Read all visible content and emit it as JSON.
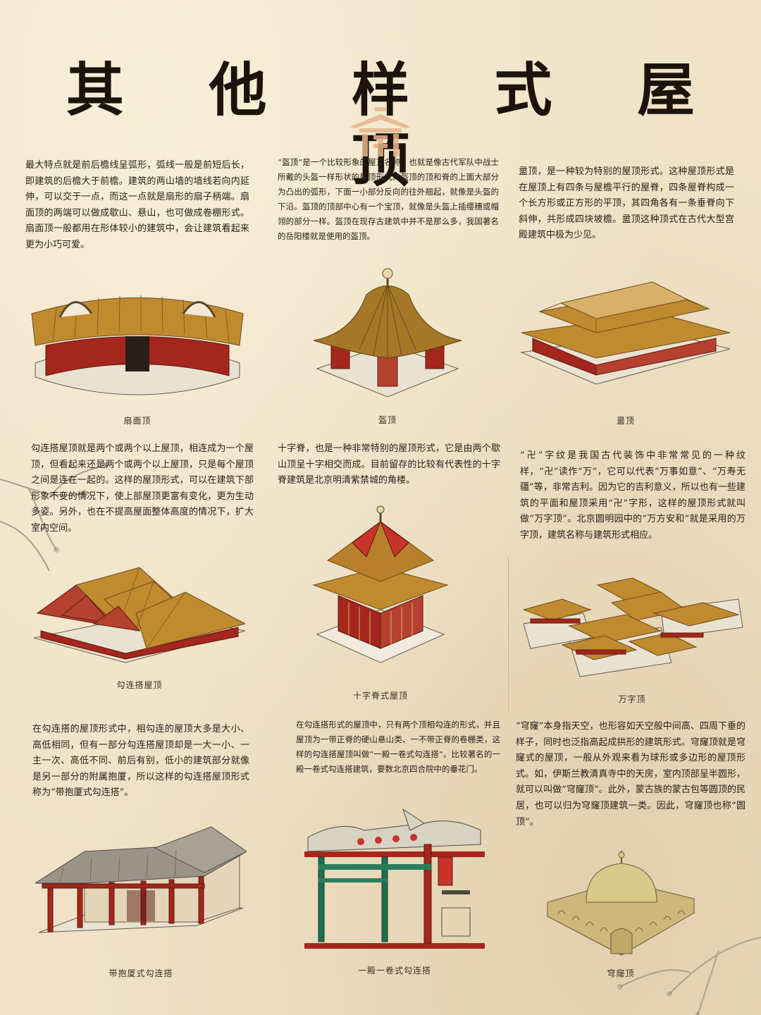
{
  "title": "其 他 样 式 屋 顶",
  "sections": [
    {
      "id": "shanmian",
      "text": "最大特点就是前后檐线呈弧形，弧线一般是前短后长，即建筑的后檐大于前檐。建筑的两山墙的墙线若向内延伸，可以交于一点，而这一点就是扇形的扇子柄端。扇面顶的两端可以做成歇山、悬山，也可做成卷棚形式。扇面顶一般都用在形体较小的建筑中，会让建筑看起来更为小巧可爱。",
      "caption": "扇面顶",
      "icon": "fan-roof-building-illustration"
    },
    {
      "id": "kuiding",
      "text": "“盔顶”是一个比较形象的屋顶名称，也就是像古代军队中战士所戴的头盔一样形状的屋顶形式。盔顶的顶和脊的上面大部分为凸出的弧形，下面一小部分反向的往外翘起，就像是头盔的下沿。盔顶的顶部中心有一个宝顶，就像是头盔上插缨穗或帽翎的部分一样。盔顶在现存古建筑中并不是那么多，我国著名的岳阳楼就是使用的盔顶。",
      "caption": "盔顶",
      "icon": "helmet-roof-pavilion-illustration"
    },
    {
      "id": "luding",
      "text": "盝顶，是一种较为特别的屋顶形式。这种屋顶形式是在屋顶上有四条与屋檐平行的屋脊，四条屋脊构成一个长方形或正方形的平顶，其四角各有一条垂脊向下斜伸，共形成四块坡檐。盝顶这种顶式在古代大型宫殿建筑中极为少见。",
      "caption": "盝顶",
      "icon": "flat-top-roof-hall-illustration"
    },
    {
      "id": "goulianda",
      "text": "勾连搭屋顶就是两个或两个以上屋顶，相连成为一个屋顶，但看起来还是两个或两个以上屋顶，只是每个屋顶之间是连在一起的。这样的屋顶形式，可以在建筑下部形象不变的情况下，使上部屋顶更富有变化，更为生动多姿。另外，也在不提高屋面整体高度的情况下，扩大室内空间。",
      "caption": "勾连搭屋顶",
      "icon": "connected-roofs-hall-illustration"
    },
    {
      "id": "shiziji",
      "text": "十字脊，也是一种非常特别的屋顶形式，它是由两个歇山顶呈十字相交而成。目前留存的比较有代表性的十字脊建筑是北京明清紫禁城的角楼。",
      "caption": "十字脊式屋顶",
      "icon": "cross-ridge-tower-illustration"
    },
    {
      "id": "wanzi",
      "text": "“卍”字纹是我国古代装饰中非常常见的一种纹样，“卍”读作“万”，它可以代表“万事如意”、“万寿无疆”等，非常吉利。因为它的吉利意义，所以也有一些建筑的平面和屋顶采用“卍”字形，这样的屋顶形式就叫做“万字顶”。北京圆明园中的“万方安和”就是采用的万字顶，建筑名称与建筑形式相应。",
      "caption": "万字顶",
      "icon": "swastika-plan-complex-illustration"
    },
    {
      "id": "daibaosha",
      "text": "在勾连搭的屋顶形式中，相勾连的屋顶大多是大小、高低相同，但有一部分勾连搭屋顶却是一大一小、一主一次、高低不同、前后有别，低小的建筑部分就像是另一部分的附属抱厦，所以这样的勾连搭屋顶形式称为“带抱厦式勾连搭”。",
      "caption": "带抱厦式勾连搭",
      "icon": "attached-porch-building-illustration"
    },
    {
      "id": "yidianyijuan",
      "text": "在勾连搭形式的屋顶中，只有两个顶相勾连的形式，并且屋顶为一带正脊的硬山悬山类、一不带正脊的卷棚类，这样的勾连搭屋顶叫做“一殿一卷式勾连搭”。比较著名的一殿一卷式勾连搭建筑，要数北京四合院中的垂花门。",
      "caption": "一殿一卷式勾连搭",
      "icon": "hanging-flower-gate-illustration"
    },
    {
      "id": "qionglong",
      "text": "“穹窿”本身指天空，也形容如天空般中间高、四周下垂的样子，同时也泛指高起成拱形的建筑形式。穹窿顶就是穹窿式的屋顶，一般从外观来看为球形或多边形的屋顶形式。如，伊斯兰教清真寺中的天房，室内顶部呈半圆形，就可以叫做“穹窿顶”。此外，蒙古族的蒙古包等圆顶的民居，也可以归为穹窿顶建筑一类。因此，穹窿顶也称“圆顶”。",
      "caption": "穹窿顶",
      "icon": "dome-building-illustration"
    }
  ],
  "colors": {
    "background": "#efe2c6",
    "roof_tile": "#c08a2e",
    "wall_red": "#a5261c",
    "base_stone": "#e9e2d2"
  }
}
